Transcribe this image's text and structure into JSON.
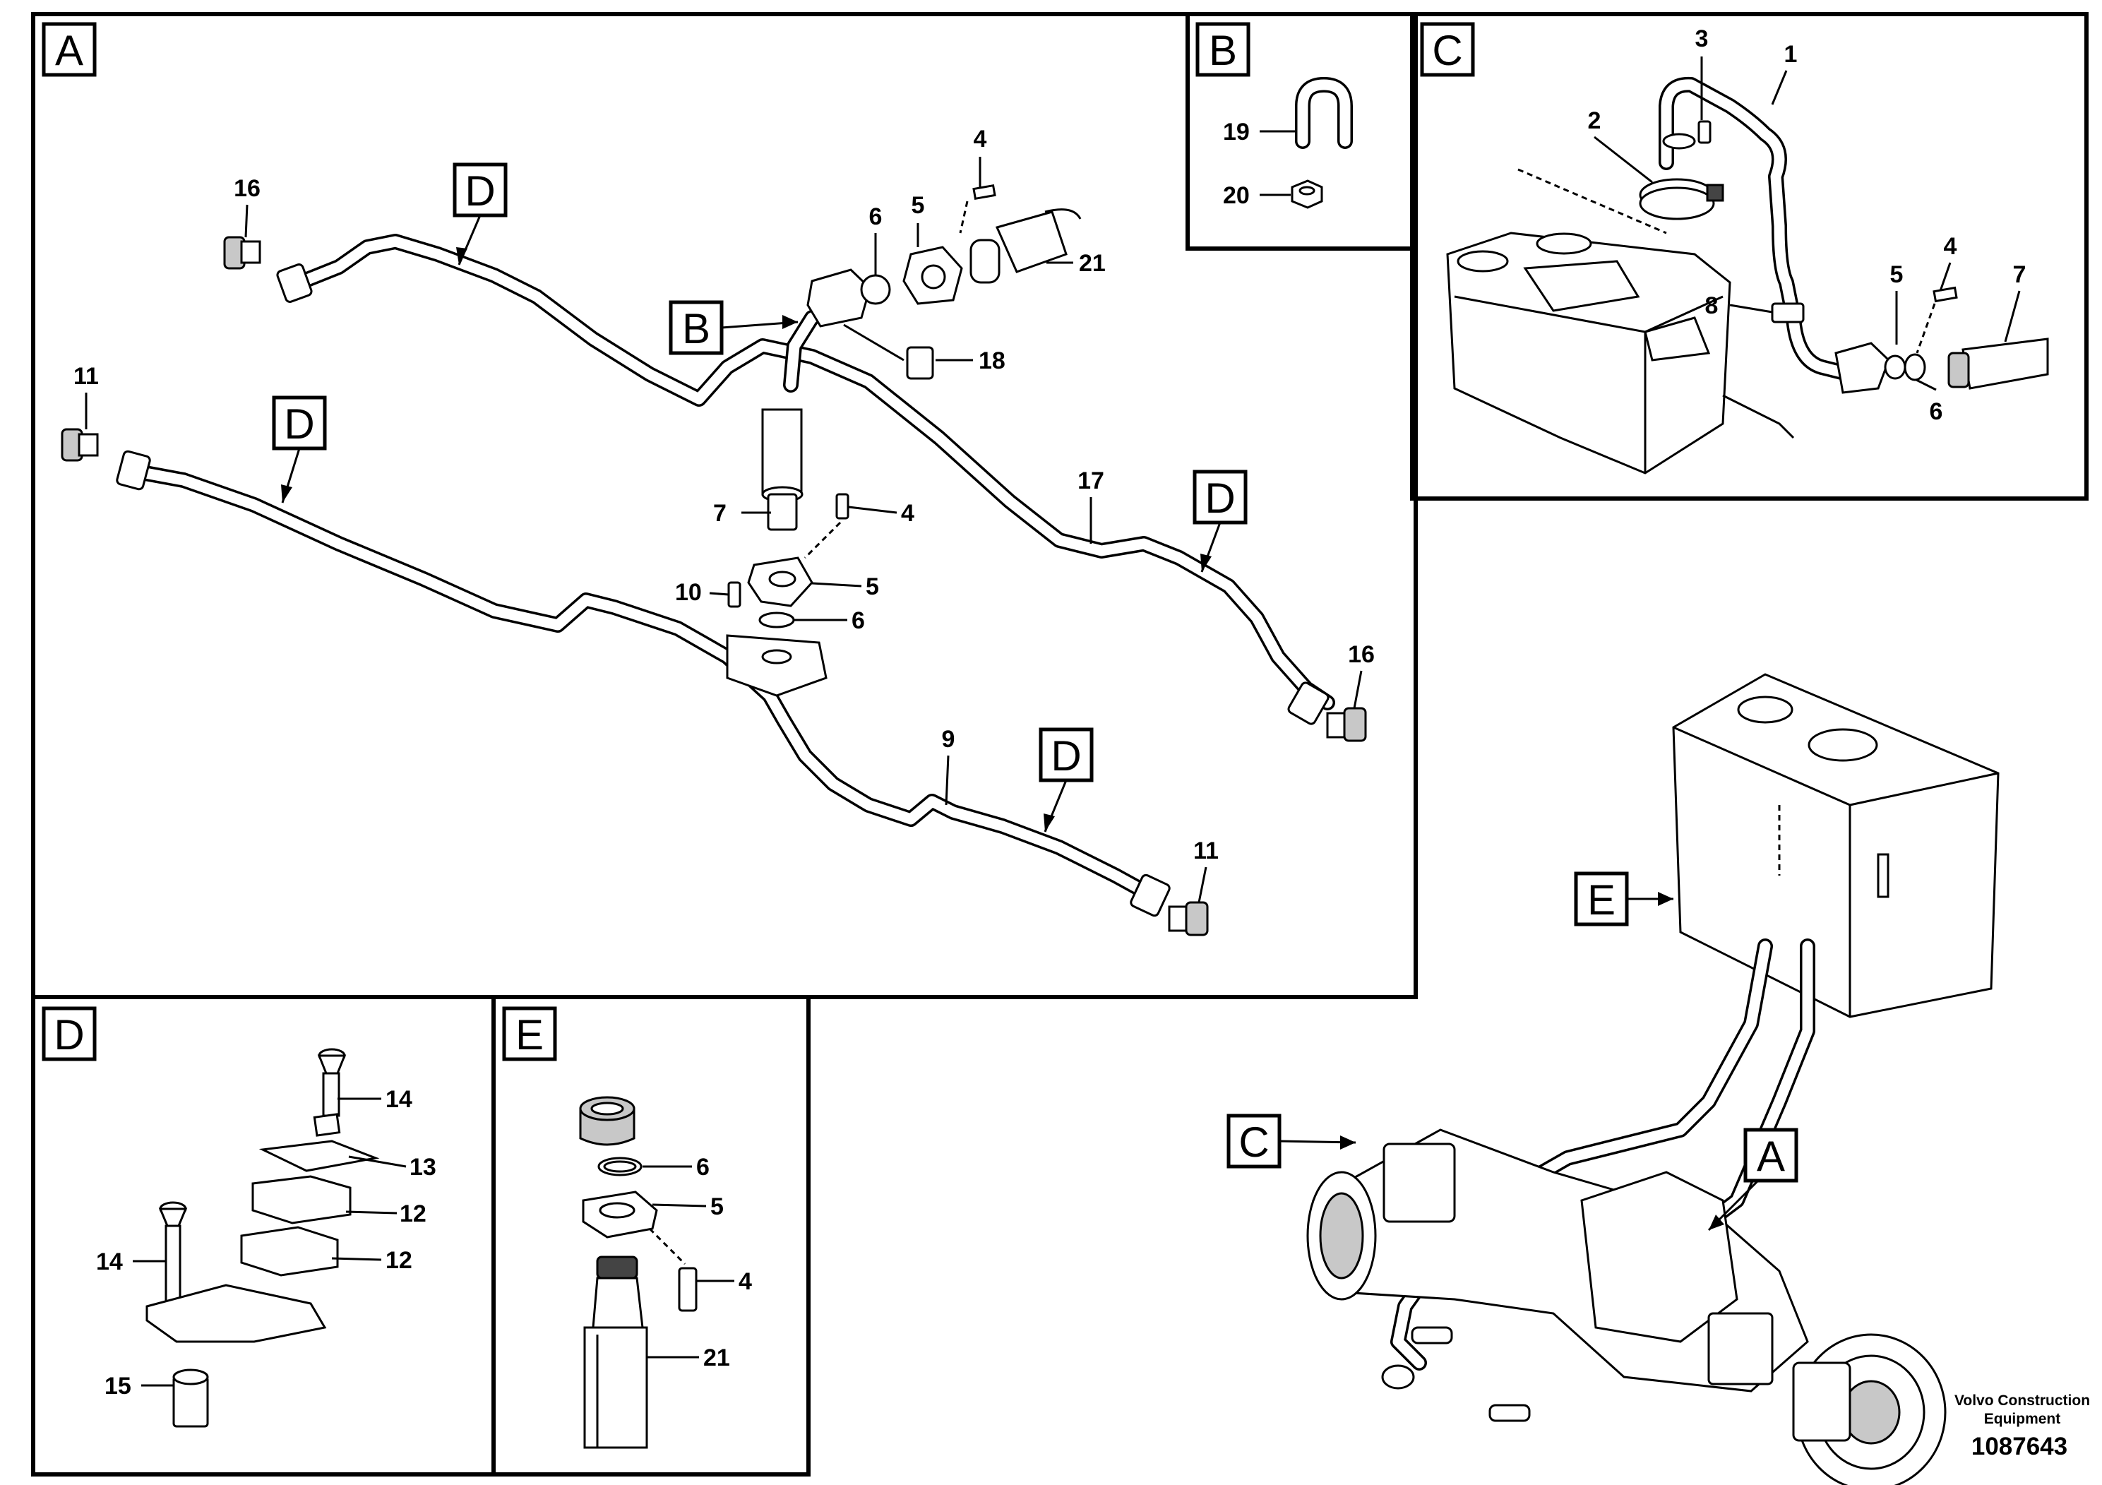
{
  "panels": {
    "A": "A",
    "B": "B",
    "C": "C",
    "D": "D",
    "E": "E"
  },
  "callout_labels": {
    "D": "D",
    "B": "B",
    "A": "A",
    "C": "C",
    "E": "E"
  },
  "part_numbers": {
    "p1": "1",
    "p2": "2",
    "p3": "3",
    "p4": "4",
    "p5": "5",
    "p6": "6",
    "p7": "7",
    "p8": "8",
    "p9": "9",
    "p10": "10",
    "p11": "11",
    "p12": "12",
    "p13": "13",
    "p14": "14",
    "p15": "15",
    "p16": "16",
    "p17": "17",
    "p18": "18",
    "p19": "19",
    "p20": "20",
    "p21": "21"
  },
  "credit": {
    "line1": "Volvo Construction",
    "line2": "Equipment",
    "doc_id": "1087643"
  }
}
